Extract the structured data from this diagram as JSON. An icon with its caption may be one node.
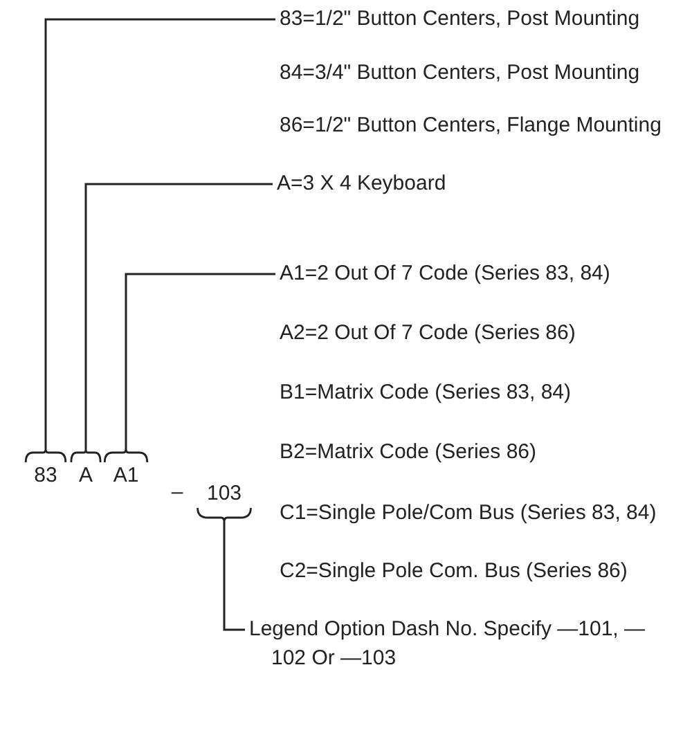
{
  "diagram": {
    "nodes": [
      {
        "text": [
          "83"
        ]
      },
      {
        "text": [
          "A"
        ]
      },
      {
        "text": [
          "A1"
        ]
      },
      {
        "text": [
          "103"
        ]
      },
      {
        "text": [
          "83=1/2\" Button Centers, Post Mounting"
        ]
      },
      {
        "text": [
          "A=3 X 4 Keyboard"
        ]
      },
      {
        "text": [
          "A1=2 Out Of 7 Code (Series 83, 84)"
        ]
      },
      {
        "text": [
          "Legend Option Dash No. Specify —101, —102 Or —103"
        ]
      }
    ],
    "edges": [
      {
        "from": 0,
        "to": 4,
        "arrow": "none"
      },
      {
        "from": 1,
        "to": 5,
        "arrow": "none"
      },
      {
        "from": 2,
        "to": 6,
        "arrow": "none"
      },
      {
        "from": 3,
        "to": 7,
        "arrow": "none"
      }
    ],
    "labels": [
      "84=3/4\" Button Centers, Post Mounting",
      "86=1/2\" Button Centers, Flange Mounting",
      "A2=2 Out Of 7 Code (Series 86)",
      "B1=Matrix Code (Series 83, 84)",
      "B2=Matrix Code (Series 86)",
      "–",
      "C1=Single Pole/Com Bus (Series 83, 84)",
      "C2=Single Pole Com. Bus (Series 86)"
    ]
  }
}
